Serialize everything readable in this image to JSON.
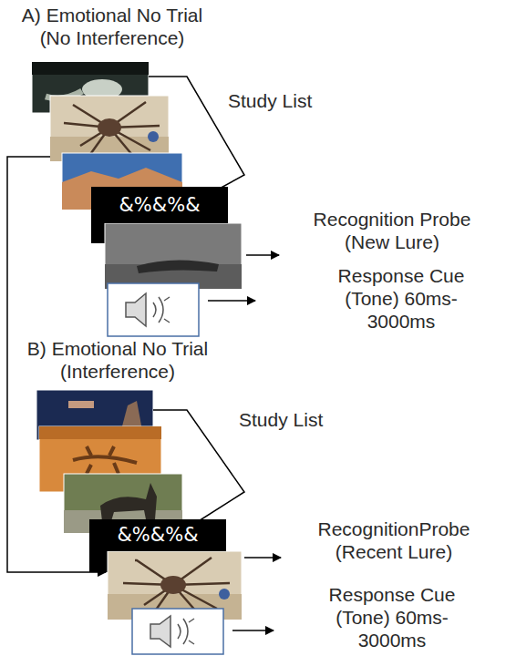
{
  "diagram": {
    "nodes": [
      {
        "text": [
          "&%&%&"
        ]
      },
      {
        "text": [
          "&%&%&"
        ]
      }
    ],
    "labels": [
      "A) Emotional No Trial (No Interference)",
      "Study List",
      "Recognition Probe (New Lure)",
      "Response Cue (Tone) 60ms-3000ms",
      "B) Emotional No Trial (Interference)",
      "Study List",
      "RecognitionProbe (Recent Lure)",
      "Response Cue (Tone) 60ms-3000ms"
    ]
  }
}
